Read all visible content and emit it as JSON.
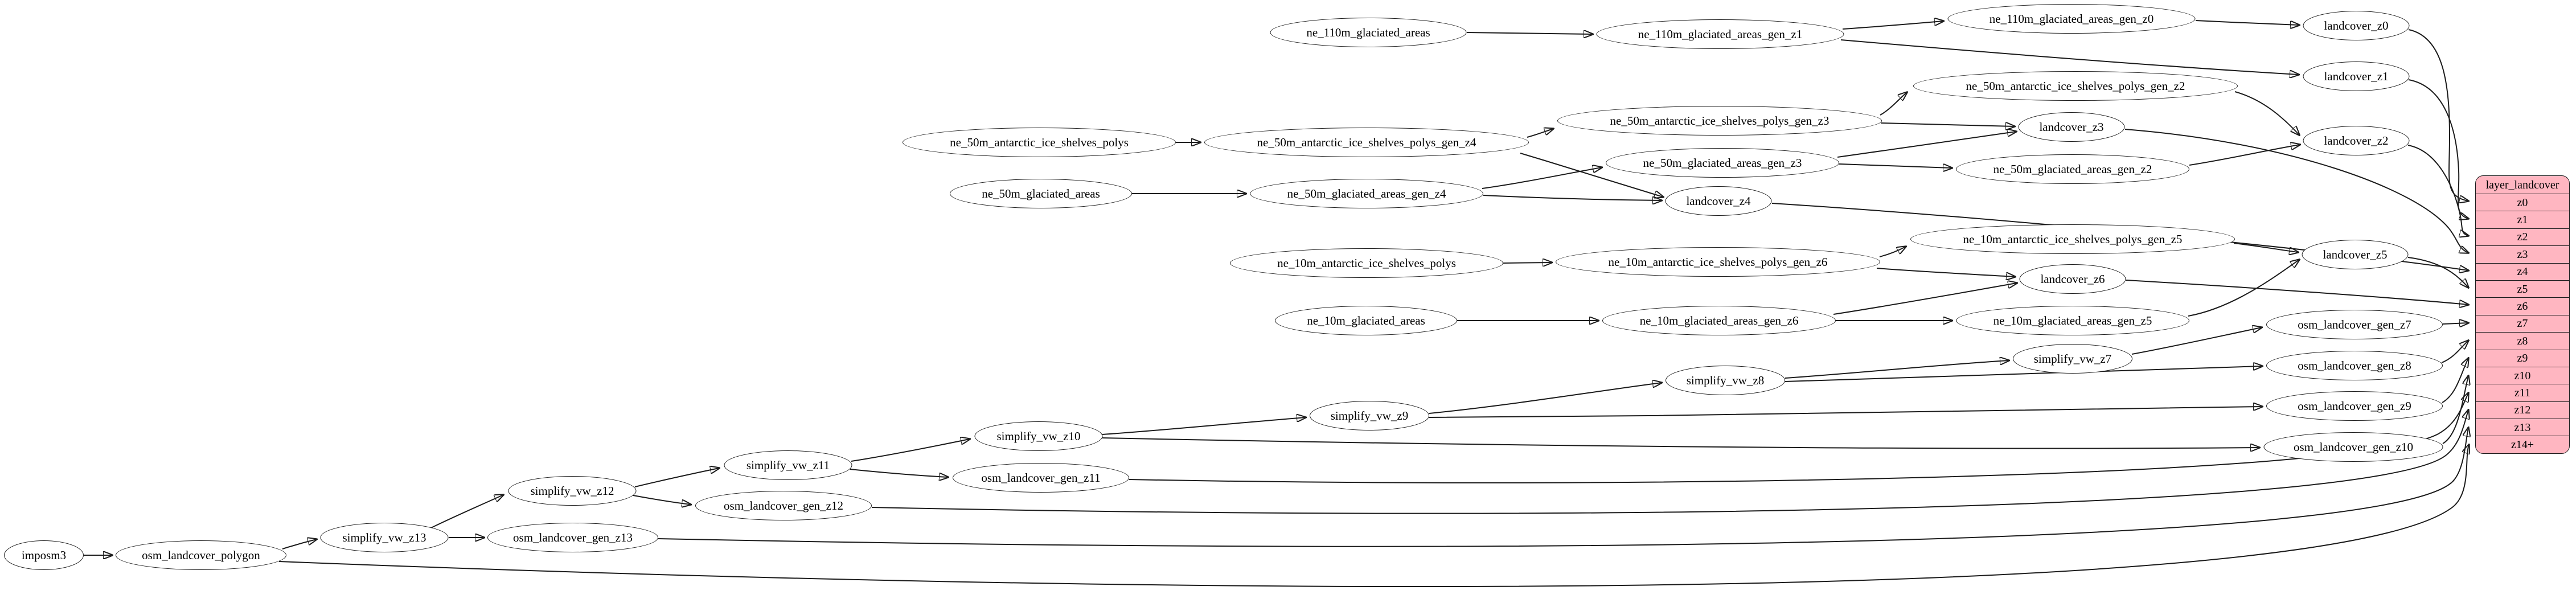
{
  "colors": {
    "background": "#ffffff",
    "node_fill": "#ffffff",
    "node_stroke": "#1c1c1c",
    "edge_stroke": "#1c1c1c",
    "table_fill": "#ffb6c1",
    "table_stroke": "#1c1c1c",
    "text": "#000000"
  },
  "nodes": {
    "imposm3": {
      "label": "imposm3"
    },
    "osm_landcover_polygon": {
      "label": "osm_landcover_polygon"
    },
    "simplify_vw_z13": {
      "label": "simplify_vw_z13"
    },
    "simplify_vw_z12": {
      "label": "simplify_vw_z12"
    },
    "simplify_vw_z11": {
      "label": "simplify_vw_z11"
    },
    "simplify_vw_z10": {
      "label": "simplify_vw_z10"
    },
    "simplify_vw_z9": {
      "label": "simplify_vw_z9"
    },
    "simplify_vw_z8": {
      "label": "simplify_vw_z8"
    },
    "simplify_vw_z7": {
      "label": "simplify_vw_z7"
    },
    "osm_landcover_gen_z13": {
      "label": "osm_landcover_gen_z13"
    },
    "osm_landcover_gen_z12": {
      "label": "osm_landcover_gen_z12"
    },
    "osm_landcover_gen_z11": {
      "label": "osm_landcover_gen_z11"
    },
    "osm_landcover_gen_z10": {
      "label": "osm_landcover_gen_z10"
    },
    "osm_landcover_gen_z9": {
      "label": "osm_landcover_gen_z9"
    },
    "osm_landcover_gen_z8": {
      "label": "osm_landcover_gen_z8"
    },
    "osm_landcover_gen_z7": {
      "label": "osm_landcover_gen_z7"
    },
    "ne_110m_glaciated_areas": {
      "label": "ne_110m_glaciated_areas"
    },
    "ne_110m_glaciated_areas_gen_z1": {
      "label": "ne_110m_glaciated_areas_gen_z1"
    },
    "ne_110m_glaciated_areas_gen_z0": {
      "label": "ne_110m_glaciated_areas_gen_z0"
    },
    "ne_50m_antarctic_ice_shelves_polys": {
      "label": "ne_50m_antarctic_ice_shelves_polys"
    },
    "ne_50m_antarctic_ice_shelves_polys_gen_z4": {
      "label": "ne_50m_antarctic_ice_shelves_polys_gen_z4"
    },
    "ne_50m_antarctic_ice_shelves_polys_gen_z3": {
      "label": "ne_50m_antarctic_ice_shelves_polys_gen_z3"
    },
    "ne_50m_antarctic_ice_shelves_polys_gen_z2": {
      "label": "ne_50m_antarctic_ice_shelves_polys_gen_z2"
    },
    "ne_50m_glaciated_areas": {
      "label": "ne_50m_glaciated_areas"
    },
    "ne_50m_glaciated_areas_gen_z4": {
      "label": "ne_50m_glaciated_areas_gen_z4"
    },
    "ne_50m_glaciated_areas_gen_z3": {
      "label": "ne_50m_glaciated_areas_gen_z3"
    },
    "ne_50m_glaciated_areas_gen_z2": {
      "label": "ne_50m_glaciated_areas_gen_z2"
    },
    "ne_10m_antarctic_ice_shelves_polys": {
      "label": "ne_10m_antarctic_ice_shelves_polys"
    },
    "ne_10m_antarctic_ice_shelves_polys_gen_z6": {
      "label": "ne_10m_antarctic_ice_shelves_polys_gen_z6"
    },
    "ne_10m_antarctic_ice_shelves_polys_gen_z5": {
      "label": "ne_10m_antarctic_ice_shelves_polys_gen_z5"
    },
    "ne_10m_glaciated_areas": {
      "label": "ne_10m_glaciated_areas"
    },
    "ne_10m_glaciated_areas_gen_z6": {
      "label": "ne_10m_glaciated_areas_gen_z6"
    },
    "ne_10m_glaciated_areas_gen_z5": {
      "label": "ne_10m_glaciated_areas_gen_z5"
    },
    "landcover_z0": {
      "label": "landcover_z0"
    },
    "landcover_z1": {
      "label": "landcover_z1"
    },
    "landcover_z2": {
      "label": "landcover_z2"
    },
    "landcover_z3": {
      "label": "landcover_z3"
    },
    "landcover_z4": {
      "label": "landcover_z4"
    },
    "landcover_z5": {
      "label": "landcover_z5"
    },
    "landcover_z6": {
      "label": "landcover_z6"
    }
  },
  "table": {
    "title": "layer_landcover",
    "rows": [
      "z0",
      "z1",
      "z2",
      "z3",
      "z4",
      "z5",
      "z6",
      "z7",
      "z8",
      "z9",
      "z10",
      "z11",
      "z12",
      "z13",
      "z14+"
    ]
  }
}
